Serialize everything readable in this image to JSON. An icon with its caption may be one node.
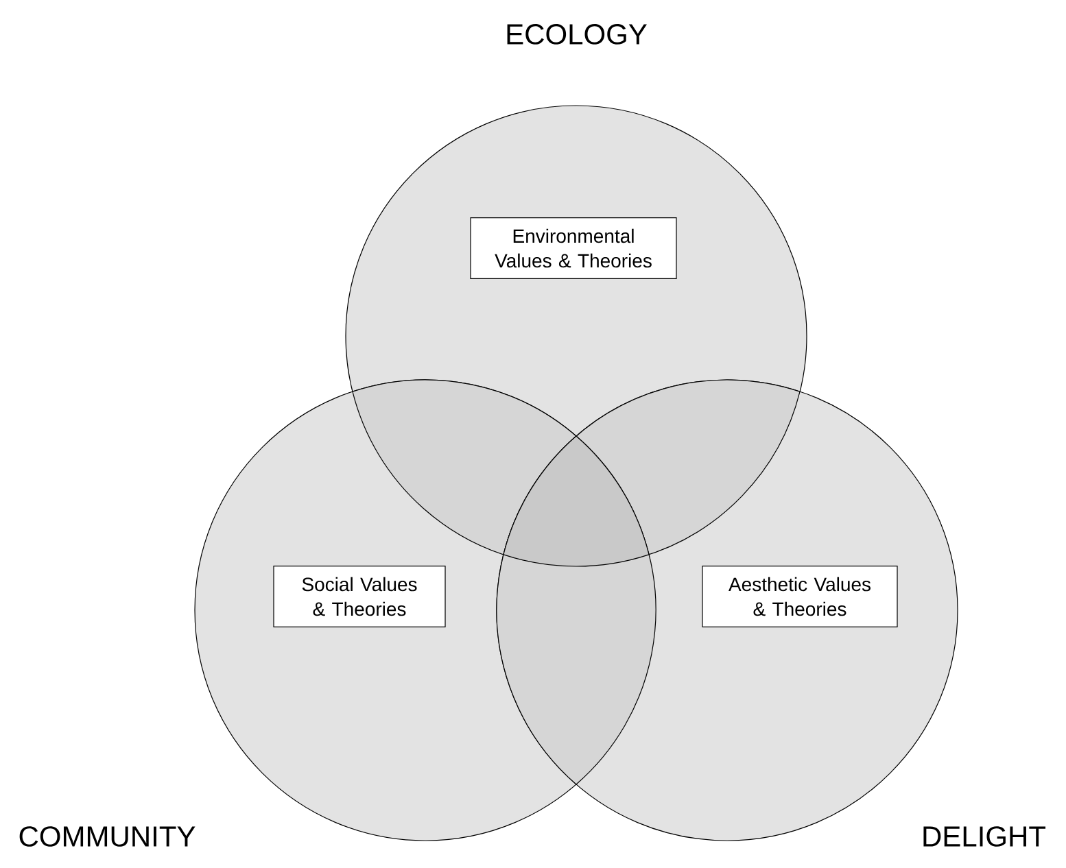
{
  "diagram": {
    "nodes": [
      {
        "text": [
          "ECOLOGY"
        ]
      },
      {
        "text": [
          "Environmental Values & Theories"
        ],
        "in": 0
      },
      {
        "text": [
          "COMMUNITY"
        ]
      },
      {
        "text": [
          "Social Values & Theories"
        ],
        "in": 2
      },
      {
        "text": [
          "DELIGHT"
        ]
      },
      {
        "text": [
          "Aesthetic Values & Theories"
        ],
        "in": 4
      }
    ]
  }
}
